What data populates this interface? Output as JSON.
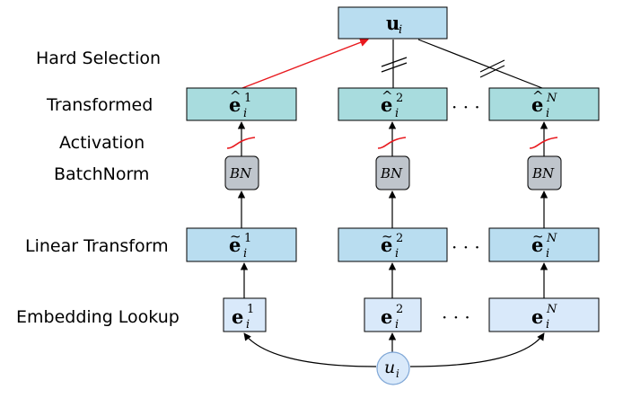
{
  "row_labels": {
    "hard_selection": "Hard Selection",
    "transformed": "Transformed",
    "activation": "Activation",
    "batchnorm": "BatchNorm",
    "linear_transform": "Linear Transform",
    "embedding_lookup": "Embedding Lookup"
  },
  "nodes": {
    "top": {
      "base": "u",
      "sub": "i"
    },
    "input": {
      "base": "u",
      "sub": "i"
    },
    "bn_label": "BN",
    "ellipsis": "· · ·",
    "transformed": [
      {
        "base": "e",
        "accent": "^",
        "sub": "i",
        "sup": "1"
      },
      {
        "base": "e",
        "accent": "^",
        "sub": "i",
        "sup": "2"
      },
      {
        "base": "e",
        "accent": "^",
        "sub": "i",
        "sup": "N"
      }
    ],
    "linear": [
      {
        "base": "e",
        "accent": "~",
        "sub": "i",
        "sup": "1"
      },
      {
        "base": "e",
        "accent": "~",
        "sub": "i",
        "sup": "2"
      },
      {
        "base": "e",
        "accent": "~",
        "sub": "i",
        "sup": "N"
      }
    ],
    "embedding": [
      {
        "base": "e",
        "sub": "i",
        "sup": "1"
      },
      {
        "base": "e",
        "sub": "i",
        "sup": "2"
      },
      {
        "base": "e",
        "sub": "i",
        "sup": "N"
      }
    ]
  },
  "colors": {
    "top_box": "#a8dcde",
    "linear_box": "#b9ddf0",
    "embedding_box": "#d9e9fa",
    "bn_box": "#bfc5cc",
    "selected_edge": "#e8191e",
    "activation": "#e8191e"
  }
}
